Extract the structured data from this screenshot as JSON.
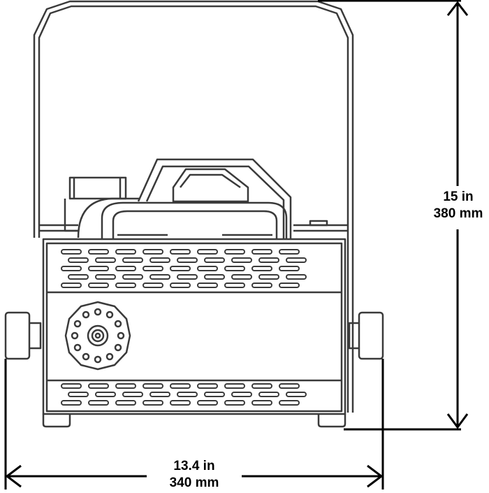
{
  "dimensions": {
    "height": {
      "imperial": "15 in",
      "metric": "380 mm"
    },
    "width": {
      "imperial": "13.4 in",
      "metric": "340 mm"
    }
  },
  "colors": {
    "line": "#3a3a3a",
    "dimension": "#000000",
    "background": "#ffffff"
  }
}
